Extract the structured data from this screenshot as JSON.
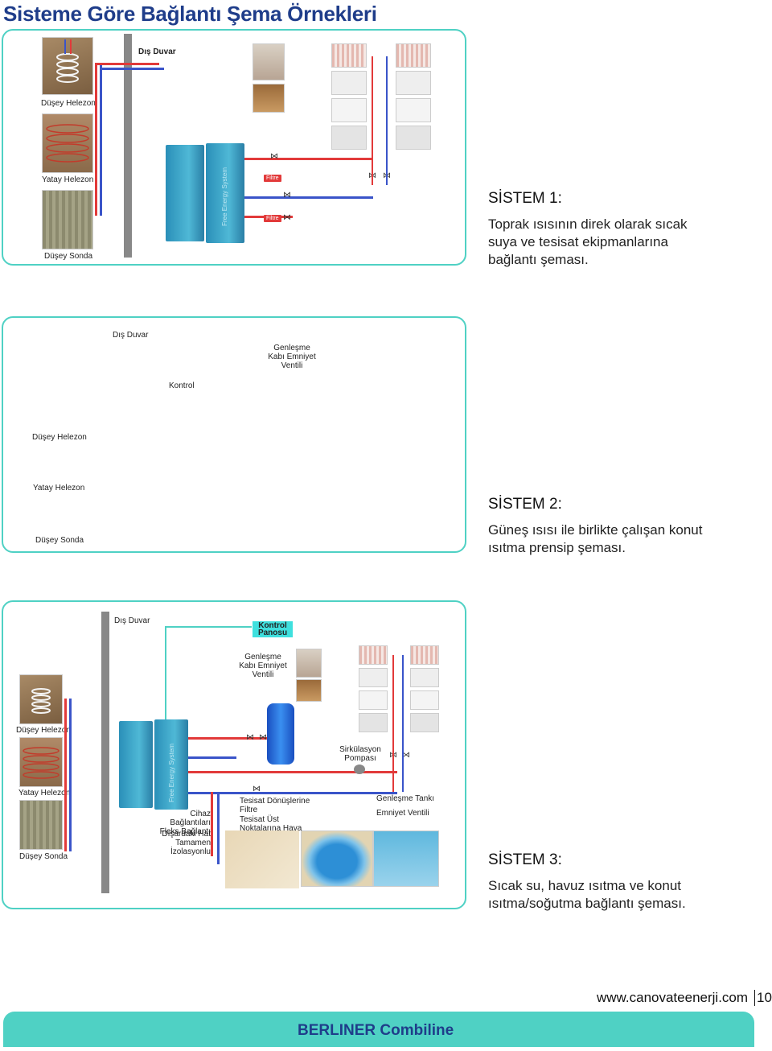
{
  "page": {
    "title": "Sisteme Göre Bağlantı Şema Örnekleri",
    "footer_brand": "BERLINER Combiline",
    "url": "www.canovateenerji.com",
    "page_number": "10"
  },
  "system1": {
    "heading": "SİSTEM 1:",
    "description": "Toprak ısısının direk olarak sıcak suya ve tesisat ekipmanlarına bağlantı şeması.",
    "labels": {
      "wall": "Dış Duvar",
      "vertical_coil": "Düşey Helezon",
      "horizontal_coil": "Yatay Helezon",
      "vertical_probe": "Düşey Sonda",
      "filter1": "Filtre",
      "filter2": "Filtre",
      "unit_text": "Free Energy System"
    }
  },
  "system2": {
    "heading": "SİSTEM 2:",
    "description": "Güneş ısısı ile birlikte çalışan konut ısıtma prensip şeması.",
    "labels": {
      "wall": "Dış Duvar",
      "expansion": "Genleşme Kabı Emniyet Ventili",
      "control": "Kontrol",
      "vertical_coil": "Düşey Helezon",
      "horizontal_coil": "Yatay Helezon",
      "vertical_probe": "Düşey Sonda"
    }
  },
  "system3": {
    "heading": "SİSTEM 3:",
    "description": "Sıcak su, havuz ısıtma ve konut ısıtma/soğutma bağlantı şeması.",
    "labels": {
      "wall": "Dış Duvar",
      "control_panel": "Kontrol Panosu",
      "expansion": "Genleşme Kabı Emniyet Ventili",
      "vertical_coil": "Düşey Helezon",
      "horizontal_coil": "Yatay Helezon",
      "vertical_probe": "Düşey Sonda",
      "circ_pump": "Sirkülasyon Pompası",
      "device_conn": "Cihaz Bağlantıları Fleks Bağlantı",
      "outside_line": "Dışardaki Hat Tamamen İzolasyonlu",
      "return_filter": "Tesisat Dönüşlerine Filtre",
      "air_purge": "Tesisat Üst Noktalarına Hava Pürjörü",
      "exp_tank": "Genleşme Tankı",
      "safety_valve": "Emniyet Ventili",
      "unit_text": "Free Energy System"
    }
  },
  "colors": {
    "accent": "#4fd1c4",
    "title": "#1f3d8a",
    "hot_pipe": "#e23a3a",
    "cold_pipe": "#3a54c9",
    "unit": "#2a8fb8"
  }
}
